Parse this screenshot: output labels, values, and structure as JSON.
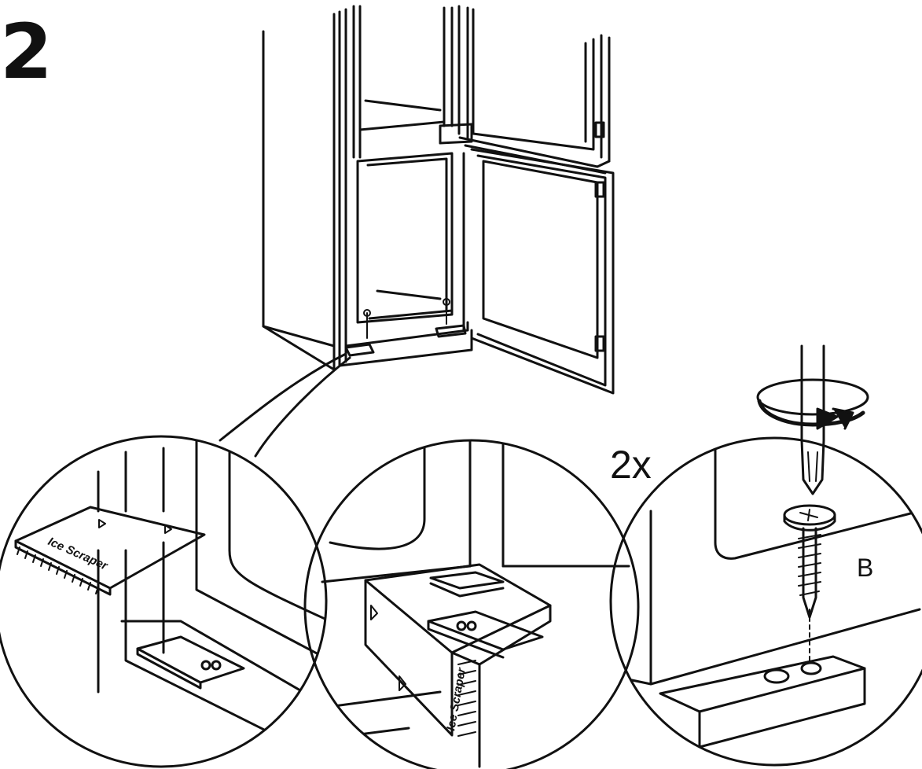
{
  "step": {
    "number": "2"
  },
  "quantity_label": "2x",
  "part_label": "B",
  "tool_label": "Ice Scraper",
  "colors": {
    "line": "#111111",
    "background": "#ffffff"
  },
  "icons": {
    "screwdriver": "screwdriver-icon",
    "rotation": "rotate-clockwise-arrow-icon",
    "screw": "screw-icon"
  }
}
